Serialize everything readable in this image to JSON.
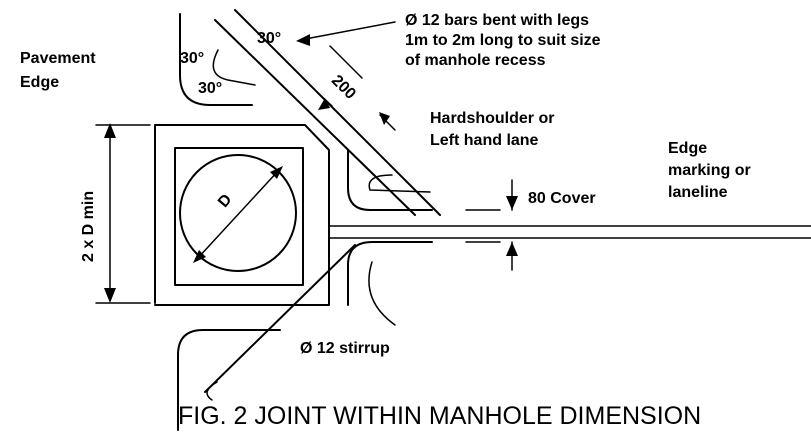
{
  "title": "FIG. 2 JOINT WITHIN MANHOLE DIMENSION",
  "labels": {
    "pavement_edge_1": "Pavement",
    "pavement_edge_2": "Edge",
    "angle_left": "30°",
    "angle_top": "30°",
    "angle_bottom": "30°",
    "bars_note_1": "Ø 12 bars bent with legs",
    "bars_note_2": "1m to 2m long to suit size",
    "bars_note_3": "of manhole recess",
    "spacing_200": "200",
    "hardshoulder_1": "Hardshoulder or",
    "hardshoulder_2": "Left hand lane",
    "edge_marking_1": "Edge",
    "edge_marking_2": "marking or",
    "edge_marking_3": "laneline",
    "cover": "80 Cover",
    "diameter": "D",
    "width_dim": "2 x D min",
    "stirrup": "Ø 12 stirrup"
  },
  "colors": {
    "line": "#000000",
    "background": "#ffffff"
  }
}
